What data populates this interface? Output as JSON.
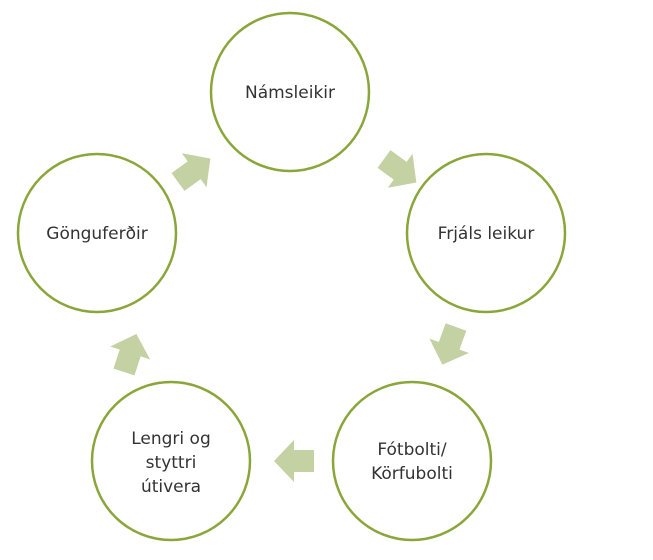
{
  "diagram": {
    "colors": {
      "circle_stroke": "#8aa63a",
      "circle_fill": "#ffffff",
      "arrow_fill": "#c3d1a3",
      "text": "#333333"
    },
    "nodes": [
      {
        "lines": [
          "Námsleikir"
        ]
      },
      {
        "lines": [
          "Frjáls leikur"
        ]
      },
      {
        "lines": [
          "Fótbolti/",
          "Körfubolti"
        ]
      },
      {
        "lines": [
          "Lengri og",
          "styttri",
          "útivera"
        ]
      },
      {
        "lines": [
          "Gönguferðir"
        ]
      }
    ]
  }
}
